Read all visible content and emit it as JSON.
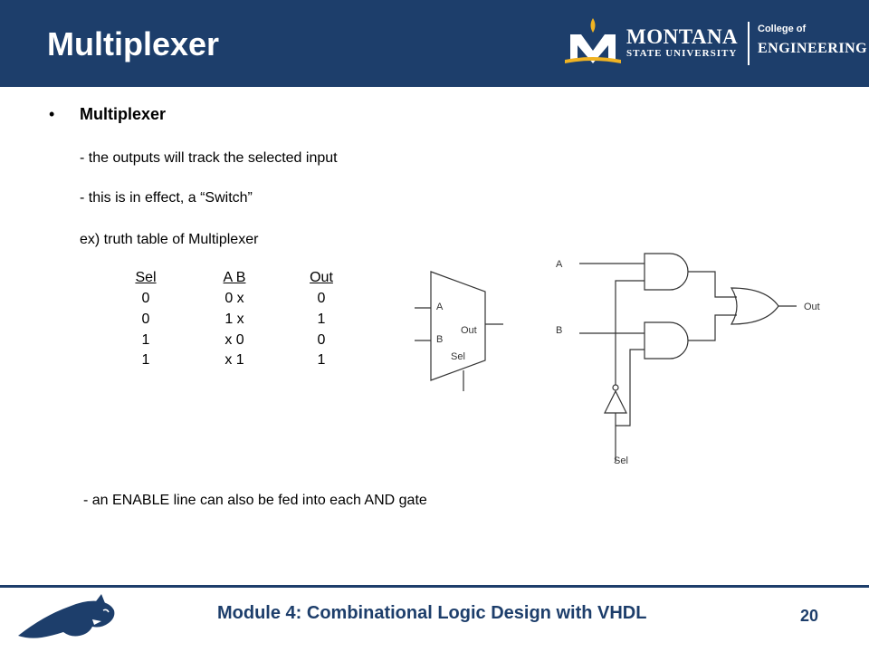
{
  "header": {
    "title": "Multiplexer",
    "logo": {
      "line1": "MONTANA",
      "line2": "STATE UNIVERSITY",
      "college_line1": "College of",
      "college_line2": "ENGINEERING"
    }
  },
  "body": {
    "bullet_title": "Multiplexer",
    "line1": "- the outputs will track the selected input",
    "line2": "- this is in effect, a “Switch”",
    "line3": "ex) truth table of Multiplexer",
    "note": "- an ENABLE line can also be fed into each AND gate"
  },
  "truth_table": {
    "headers": [
      "Sel ",
      "A B",
      "Out"
    ],
    "rows": [
      [
        "0",
        "0 x",
        "0"
      ],
      [
        "0",
        "1 x",
        "1"
      ],
      [
        "1",
        "x 0",
        "0"
      ],
      [
        "1",
        "x 1",
        "1"
      ]
    ]
  },
  "mux_symbol": {
    "input_a": "A",
    "input_b": "B",
    "output": "Out",
    "select": "Sel"
  },
  "gate_circuit": {
    "input_a": "A",
    "input_b": "B",
    "output": "Out",
    "select": "Sel"
  },
  "footer": {
    "course": "Module 4: Combinational Logic Design with VHDL",
    "page": "20"
  },
  "colors": {
    "header_bg": "#1d3e6b",
    "accent_gold": "#f0b323"
  }
}
